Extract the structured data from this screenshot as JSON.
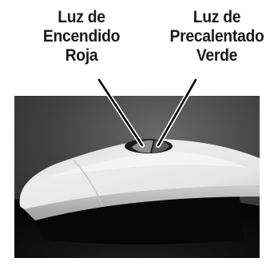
{
  "callouts": {
    "power_light": {
      "line1": "Luz de",
      "line2": "Encendido",
      "line3": "Roja"
    },
    "preheat_light": {
      "line1": "Luz de",
      "line2": "Precalentado",
      "line3": "Verde"
    }
  },
  "colors": {
    "background_dark": "#3a3a3a",
    "dome_light": "#e2e2e2",
    "dome_shadow": "#bdbdbd",
    "base_black": "#0b0b0b",
    "indicator_red": "#9a9a9a",
    "indicator_green": "#6f6f6f",
    "leader_line": "#000000"
  }
}
